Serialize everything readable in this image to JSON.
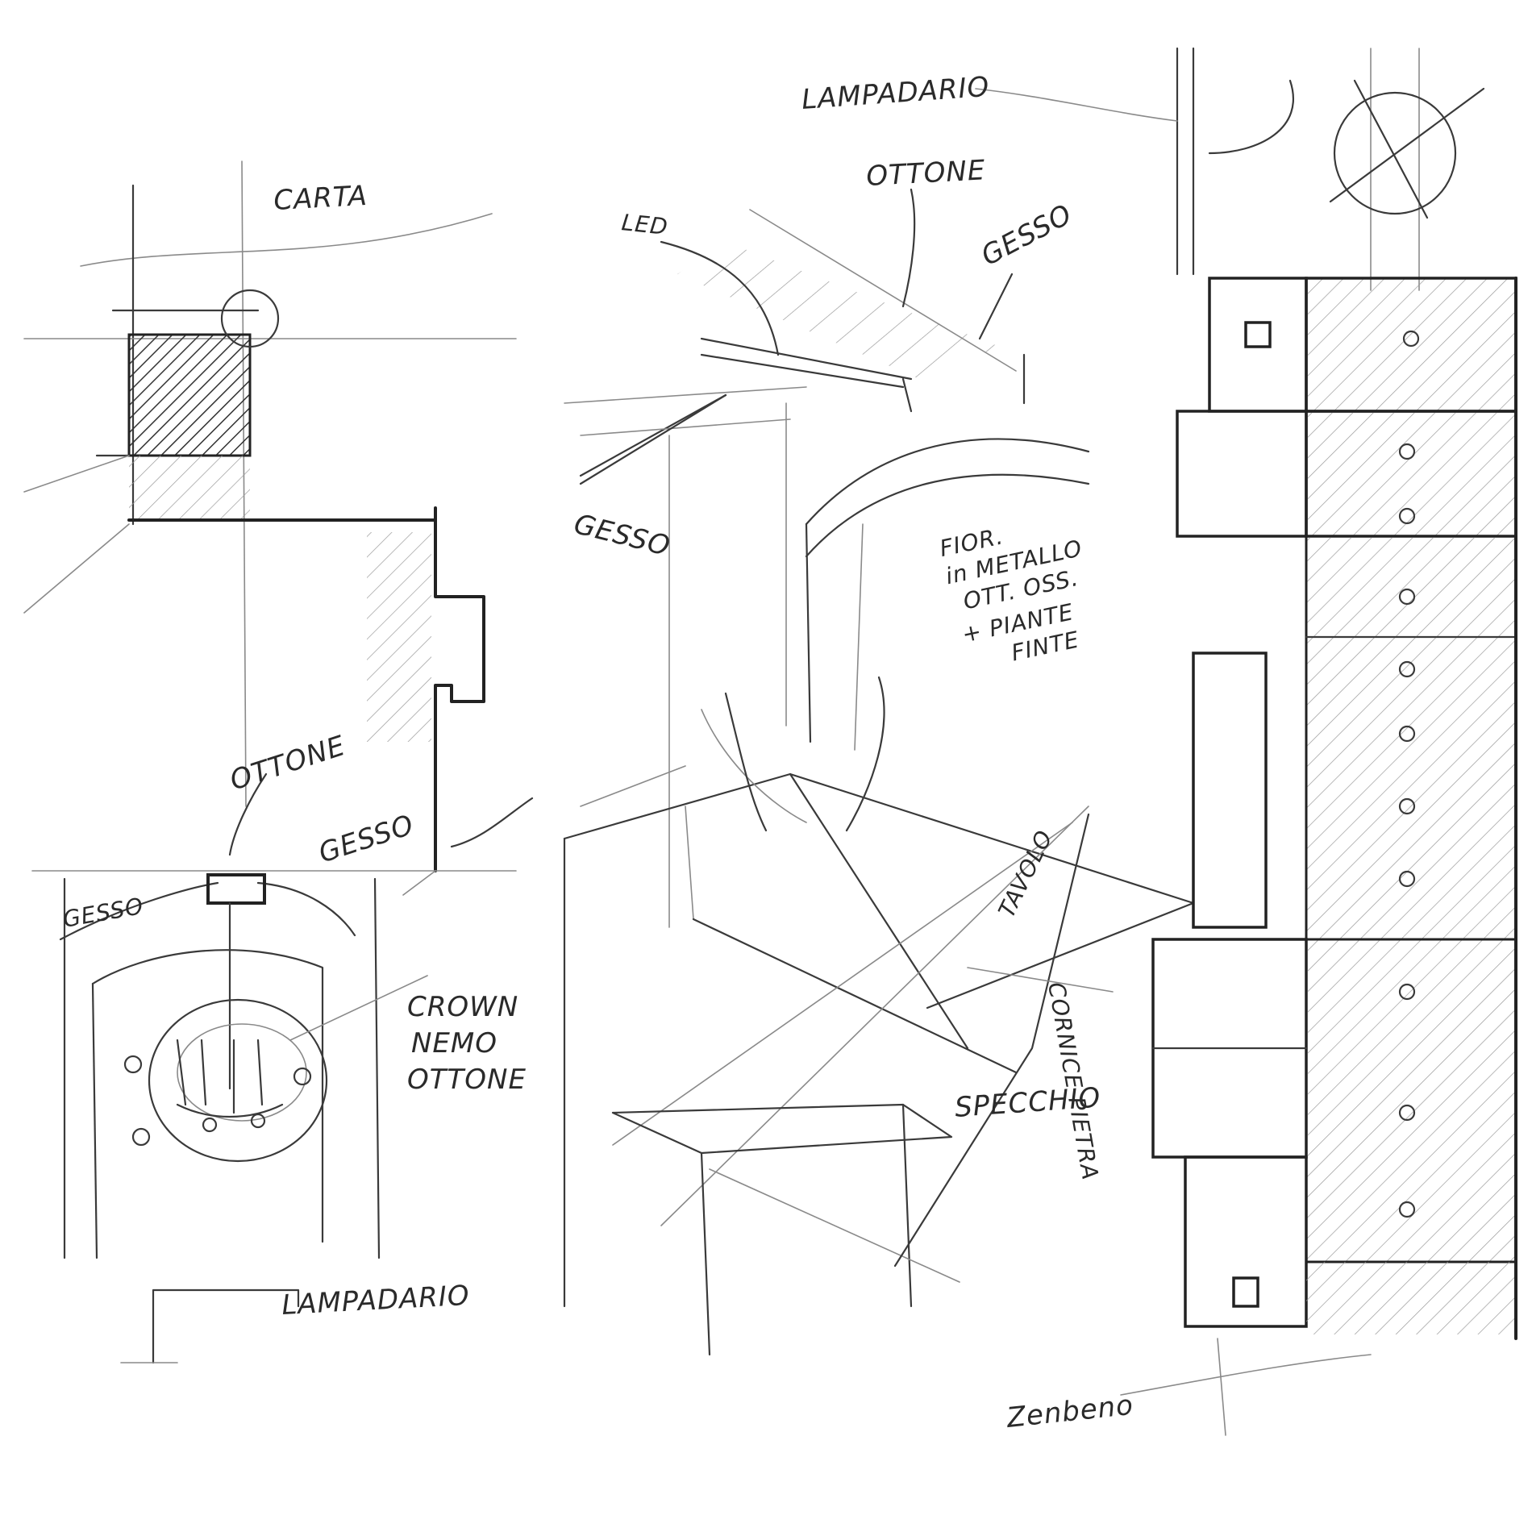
{
  "labels": {
    "carta": "CARTA",
    "lampadario_top": "LAMPADARIO",
    "ottone_top": "OTTONE",
    "led": "LED",
    "gesso_ceiling": "GESSO",
    "gesso_left": "GESSO",
    "fiori_note": [
      "FIOR.",
      "in METALLO",
      "OTT. OSS.",
      "+ PIANTE",
      "FINTE"
    ],
    "ottone_mid": "OTTONE",
    "gesso_mid": "GESSO",
    "gesso_small": "GESSO",
    "crown_note": [
      "CROWN",
      "NEMO",
      "OTTONE"
    ],
    "lampadario_bottom": "LAMPADARIO",
    "specchio": "SPECCHIO",
    "tavolo": "TAVOLO",
    "cornice": "CORNICE PIETRA",
    "signature": "Zenbeno"
  },
  "colors": {
    "ink": "#3a3a3a",
    "paper": "#ffffff"
  }
}
